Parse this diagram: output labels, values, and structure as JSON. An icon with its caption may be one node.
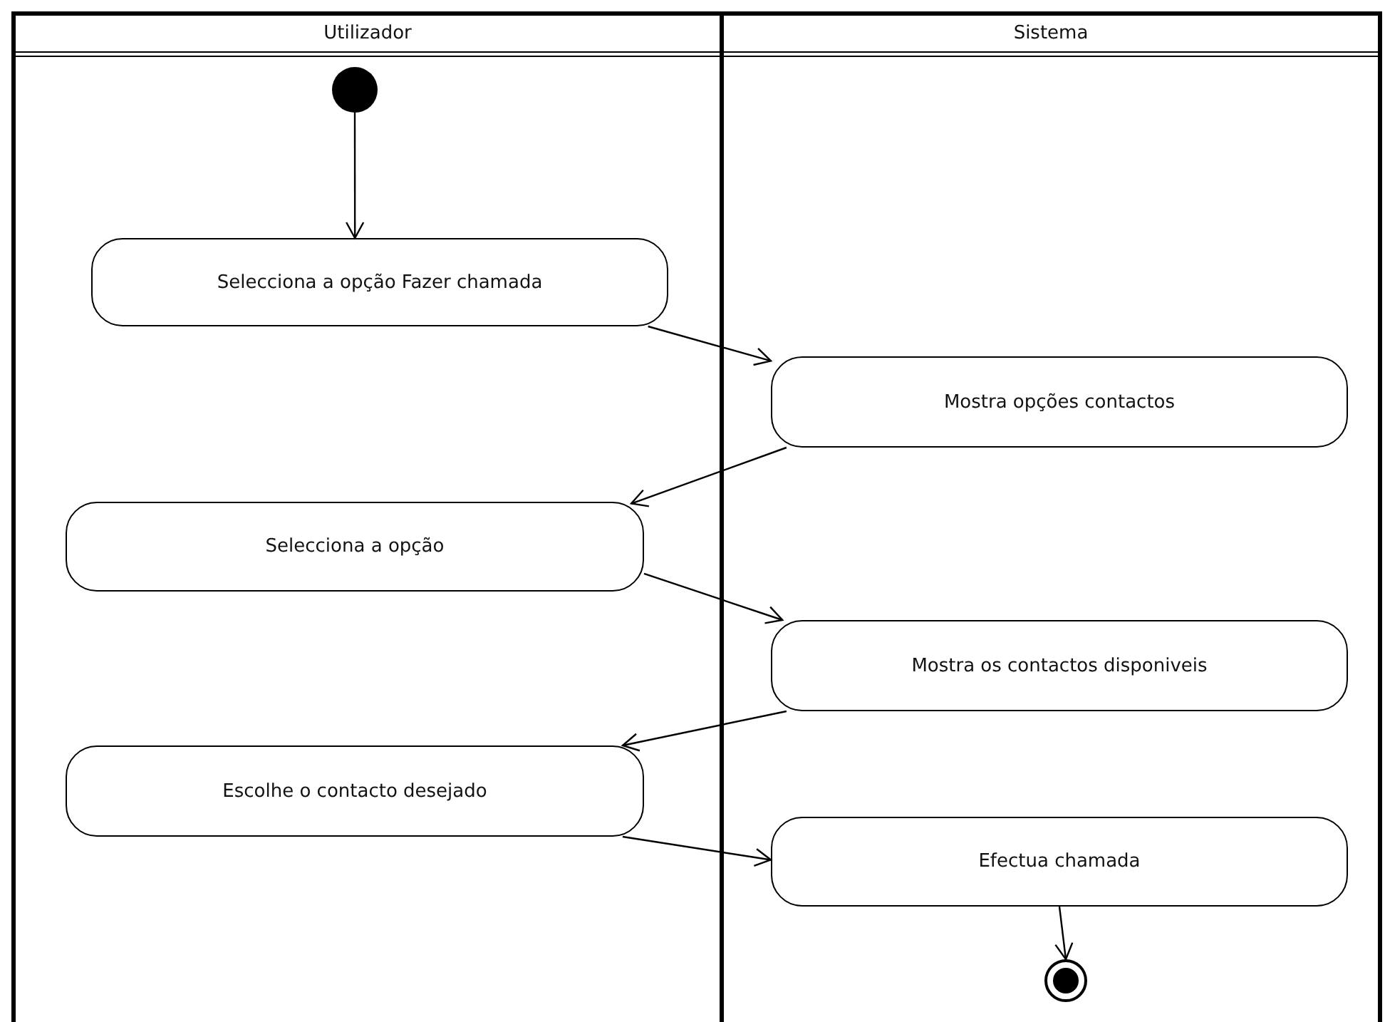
{
  "diagram": {
    "nodes": [
      {
        "text": [
          "Utilizador"
        ]
      },
      {
        "text": [
          "Sistema"
        ]
      },
      {
        "text": [],
        "shape": "circle",
        "in": 0
      },
      {
        "text": [
          "Selecciona a opção Fazer chamada"
        ],
        "in": 0
      },
      {
        "text": [
          "Mostra opções contactos"
        ],
        "in": 1
      },
      {
        "text": [
          "Selecciona a opção"
        ],
        "in": 0
      },
      {
        "text": [
          "Mostra os contactos disponiveis"
        ],
        "in": 1
      },
      {
        "text": [
          "Escolhe o contacto desejado"
        ],
        "in": 0
      },
      {
        "text": [
          "Efectua chamada"
        ],
        "in": 1
      },
      {
        "text": [],
        "shape": "circle",
        "in": 1
      }
    ],
    "edges": [
      {
        "from": 2,
        "to": 3,
        "arrow": "to"
      },
      {
        "from": 3,
        "to": 4,
        "arrow": "to"
      },
      {
        "from": 4,
        "to": 5,
        "arrow": "to"
      },
      {
        "from": 5,
        "to": 6,
        "arrow": "to"
      },
      {
        "from": 6,
        "to": 7,
        "arrow": "to"
      },
      {
        "from": 7,
        "to": 8,
        "arrow": "to"
      },
      {
        "from": 8,
        "to": 9,
        "arrow": "to"
      }
    ]
  }
}
